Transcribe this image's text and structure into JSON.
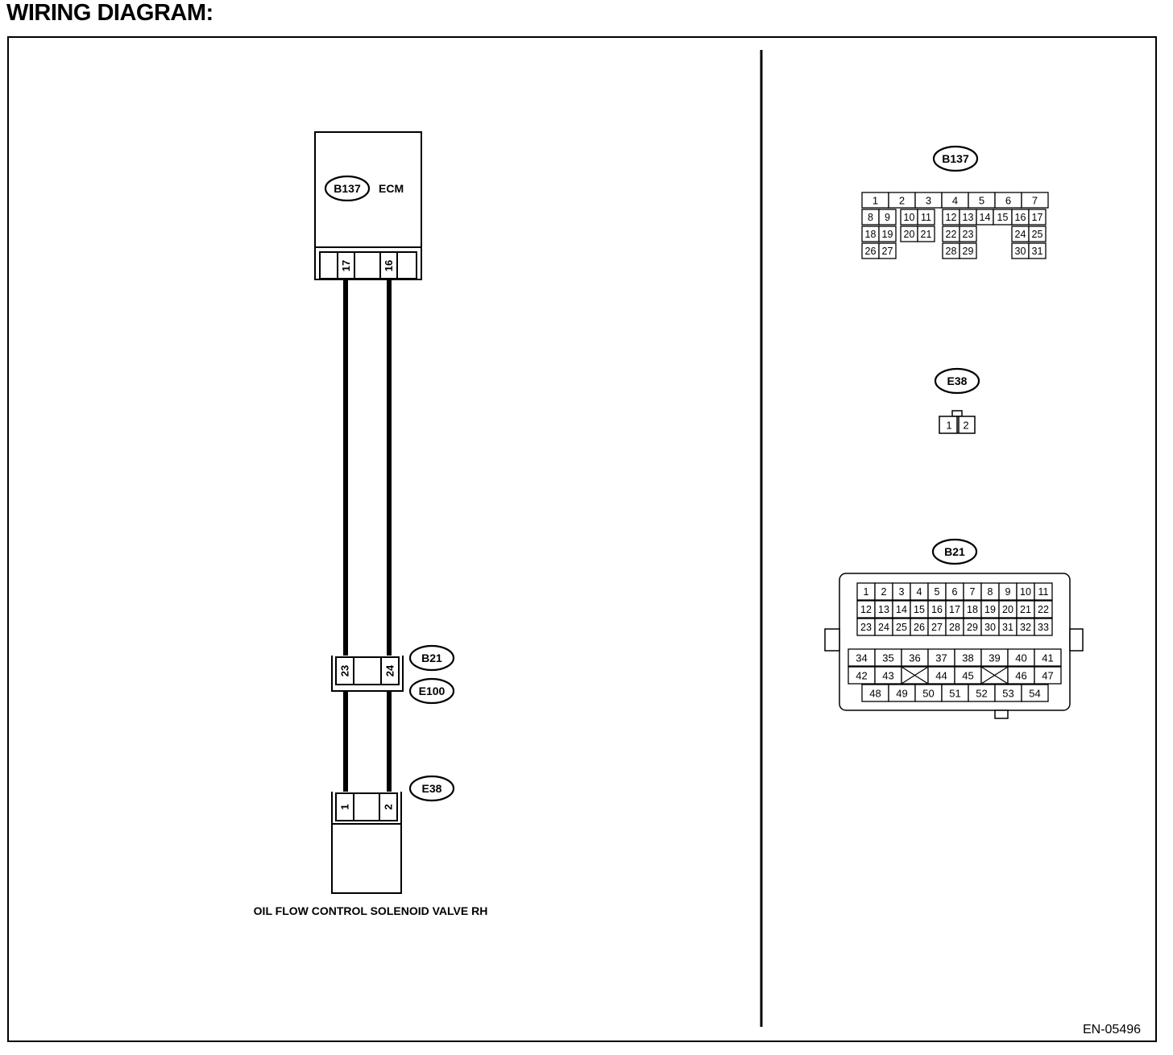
{
  "heading": "WIRING DIAGRAM:",
  "doc_code": "EN-05496",
  "ecm": {
    "connector": "B137",
    "label": "ECM",
    "pins": [
      "17",
      "16"
    ]
  },
  "joint": {
    "connector_top": "B21",
    "connector_bottom": "E100",
    "pins": [
      "23",
      "24"
    ]
  },
  "valve": {
    "connector": "E38",
    "pins": [
      "1",
      "2"
    ],
    "label": "OIL FLOW CONTROL SOLENOID VALVE RH"
  },
  "connector_views": {
    "b137": {
      "name": "B137",
      "rows": [
        [
          "1",
          "2",
          "3",
          "4",
          "5",
          "6",
          "7"
        ],
        [
          "8",
          "9",
          "10",
          "11",
          "12",
          "13",
          "14",
          "15",
          "16",
          "17"
        ],
        [
          "18",
          "19",
          "20",
          "21",
          "22",
          "23",
          "24",
          "25"
        ],
        [
          "26",
          "27",
          "28",
          "29",
          "30",
          "31"
        ]
      ]
    },
    "e38": {
      "name": "E38",
      "pins": [
        "1",
        "2"
      ]
    },
    "b21": {
      "name": "B21",
      "rows": [
        [
          "1",
          "2",
          "3",
          "4",
          "5",
          "6",
          "7",
          "8",
          "9",
          "10",
          "11"
        ],
        [
          "12",
          "13",
          "14",
          "15",
          "16",
          "17",
          "18",
          "19",
          "20",
          "21",
          "22"
        ],
        [
          "23",
          "24",
          "25",
          "26",
          "27",
          "28",
          "29",
          "30",
          "31",
          "32",
          "33"
        ],
        [
          "34",
          "35",
          "36",
          "37",
          "38",
          "39",
          "40",
          "41"
        ],
        [
          "42",
          "43",
          "44",
          "45",
          "46",
          "47"
        ],
        [
          "48",
          "49",
          "50",
          "51",
          "52",
          "53",
          "54"
        ]
      ]
    }
  }
}
